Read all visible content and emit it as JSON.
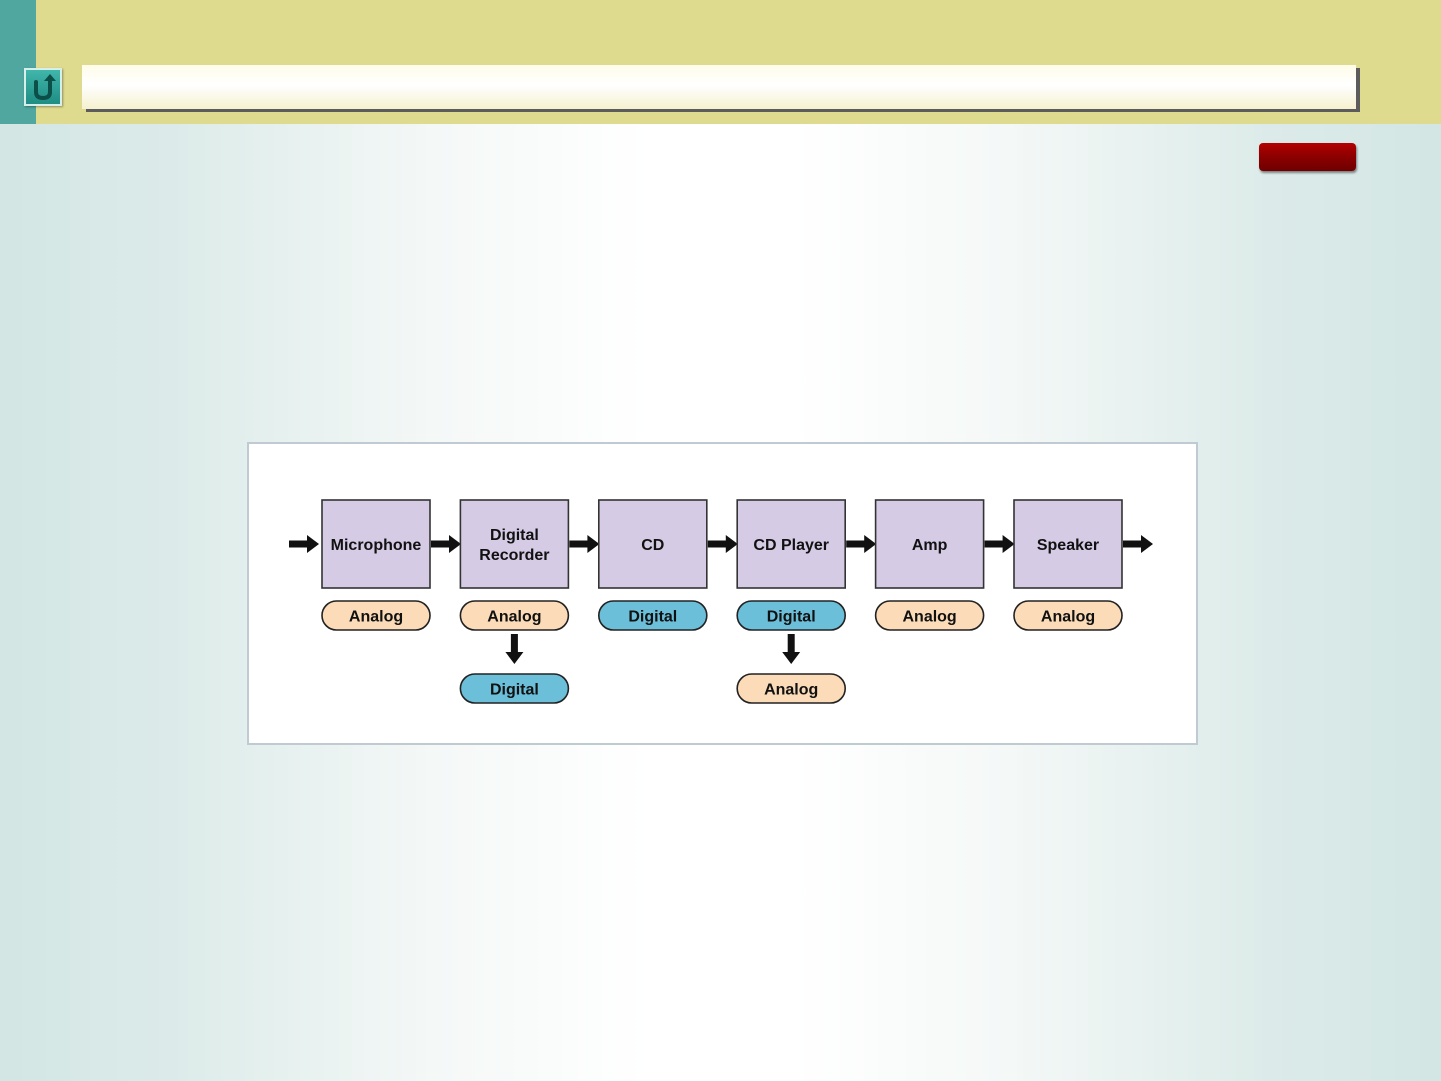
{
  "slide": {
    "title": "",
    "colors": {
      "header_band": "#dedb8f",
      "teal_accent": "#4fa7a0",
      "red_button": "#9c0000"
    },
    "icons": {
      "back": "u-turn-arrow-icon"
    }
  },
  "diagram": {
    "stages": [
      {
        "id": "microphone",
        "label_lines": [
          "Microphone"
        ],
        "signal": "Analog",
        "converted_to": null
      },
      {
        "id": "digital-recorder",
        "label_lines": [
          "Digital",
          "Recorder"
        ],
        "signal": "Analog",
        "converted_to": "Digital"
      },
      {
        "id": "cd",
        "label_lines": [
          "CD"
        ],
        "signal": "Digital",
        "converted_to": null
      },
      {
        "id": "cd-player",
        "label_lines": [
          "CD Player"
        ],
        "signal": "Digital",
        "converted_to": "Analog"
      },
      {
        "id": "amp",
        "label_lines": [
          "Amp"
        ],
        "signal": "Analog",
        "converted_to": null
      },
      {
        "id": "speaker",
        "label_lines": [
          "Speaker"
        ],
        "signal": "Analog",
        "converted_to": null
      }
    ],
    "colors": {
      "box_fill": "#d5cbe5",
      "box_stroke": "#333333",
      "analog_fill": "#fcdcb8",
      "digital_fill": "#6bbfd9",
      "pill_stroke": "#222222",
      "arrow": "#111111"
    }
  }
}
